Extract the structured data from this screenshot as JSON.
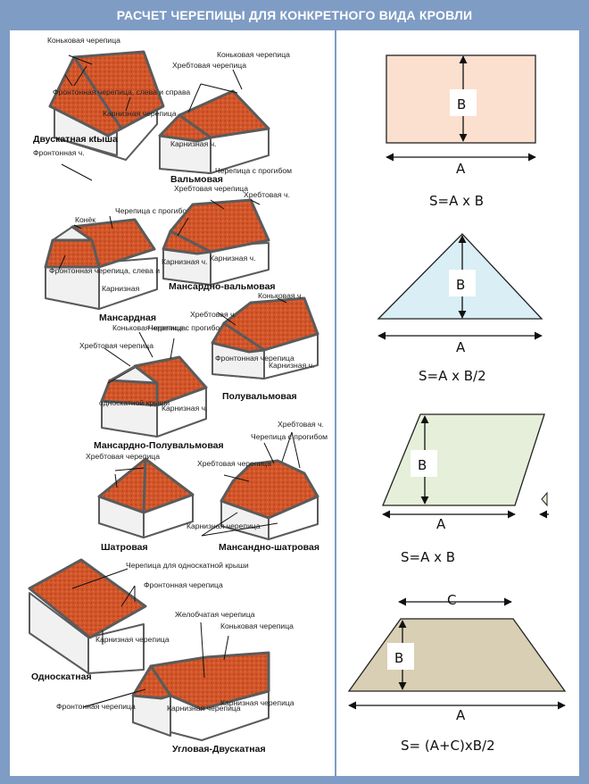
{
  "title": "РАСЧЕТ ЧЕРЕПИЦЫ ДЛЯ КОНКРЕТНОГО ВИДА КРОВЛИ",
  "colors": {
    "frame": "#7f9cc4",
    "roof_tile": "#d2562a",
    "rect_fill": "#fbe0cf",
    "triangle_fill": "#d9eef5",
    "parallelogram_fill": "#e6efd9",
    "trapezoid_fill": "#d8cfb4"
  },
  "roofs": {
    "dvuskatnaya": {
      "name": "Двускатная кtыша",
      "labels": {
        "konkovaya": "Коньковая черепица",
        "frontonnaya": "Фронтонная черепица, слева и справа",
        "karniznaya": "Карнизная черепица"
      }
    },
    "valmovaya": {
      "name": "Вальмовая",
      "labels": {
        "khrebtovaya": "Хребтовая черепица",
        "konkovaya": "Коньковая черепица",
        "karniznaya": "Карнизная ч."
      }
    },
    "mansardnaya": {
      "name": "Мансардная",
      "labels": {
        "frontonnaya_ch": "Фронтонная ч.",
        "konek": "Конёк",
        "s_progibom": "Черепица с прогибом",
        "frontonnaya": "Фронтонная черепица, слева и",
        "karniznaya": "Карнизная"
      }
    },
    "mansardno_valmovaya": {
      "name": "Мансардно-вальмовая",
      "labels": {
        "s_progibom": "Черепица с прогибом",
        "khrebtovaya_ch": "Хребтовая ч.",
        "khrebtovaya": "Хребтовая черепица",
        "karniznaya_1": "Карнизная ч.",
        "karniznaya_2": "Карнизная ч."
      }
    },
    "mansardno_polu": {
      "name": "Мансардно-Полувальмовая",
      "labels": {
        "konkovaya": "Коньковая черепица",
        "s_progibom": "Черепица с прогибом",
        "khrebtovaya": "Хребтовая черепица",
        "odnoskatnoy": "односкатной крыши",
        "karniznaya": "Карнизная ч."
      }
    },
    "poluvalmovaya": {
      "name": "Полувальмовая",
      "labels": {
        "konkovaya_ch": "Коньковая ч.",
        "khrebtovaya_ch": "Хребтовая ч.",
        "frontonnaya": "Фронтонная черепица",
        "karniznaya": "Карнизная ч."
      }
    },
    "shatrovaya": {
      "name": "Шатровая",
      "labels": {
        "khrebtovaya": "Хребтовая черепица"
      }
    },
    "mansardno_shatrovaya": {
      "name": "Мансандно-шатровая",
      "labels": {
        "s_progibom": "Черепица с прогибом",
        "khrebtovaya_ch": "Хребтовая ч.",
        "khrebtovaya": "Хребтовая черепица",
        "karniznaya": "Карнизная черепица"
      }
    },
    "odnoskatnaya": {
      "name": "Односкатная",
      "labels": {
        "odnoskatnoy": "Черепица для односкатной крыши",
        "frontonnaya": "Фронтонная черепица",
        "karniznaya": "Карнизная черепица"
      }
    },
    "uglovaya": {
      "name": "Угловая-Двускатная",
      "labels": {
        "zhelobchataya": "Желобчатая черепица",
        "konkovaya": "Коньковая черепица",
        "frontonnaya": "Фронтонная черепица",
        "karniznaya_1": "Карнизная черепица",
        "karniznaya_2": "Карнизная черепица"
      }
    }
  },
  "shapes": {
    "rectangle": {
      "a": "A",
      "b": "B",
      "formula": "S=A x B"
    },
    "triangle": {
      "a": "A",
      "b": "B",
      "formula": "S=A x B/2"
    },
    "parallelogram": {
      "a": "A",
      "b": "B",
      "formula": "S=A x B"
    },
    "trapezoid": {
      "a": "A",
      "b": "B",
      "c": "C",
      "formula": "S= (A+C)xB/2"
    }
  }
}
